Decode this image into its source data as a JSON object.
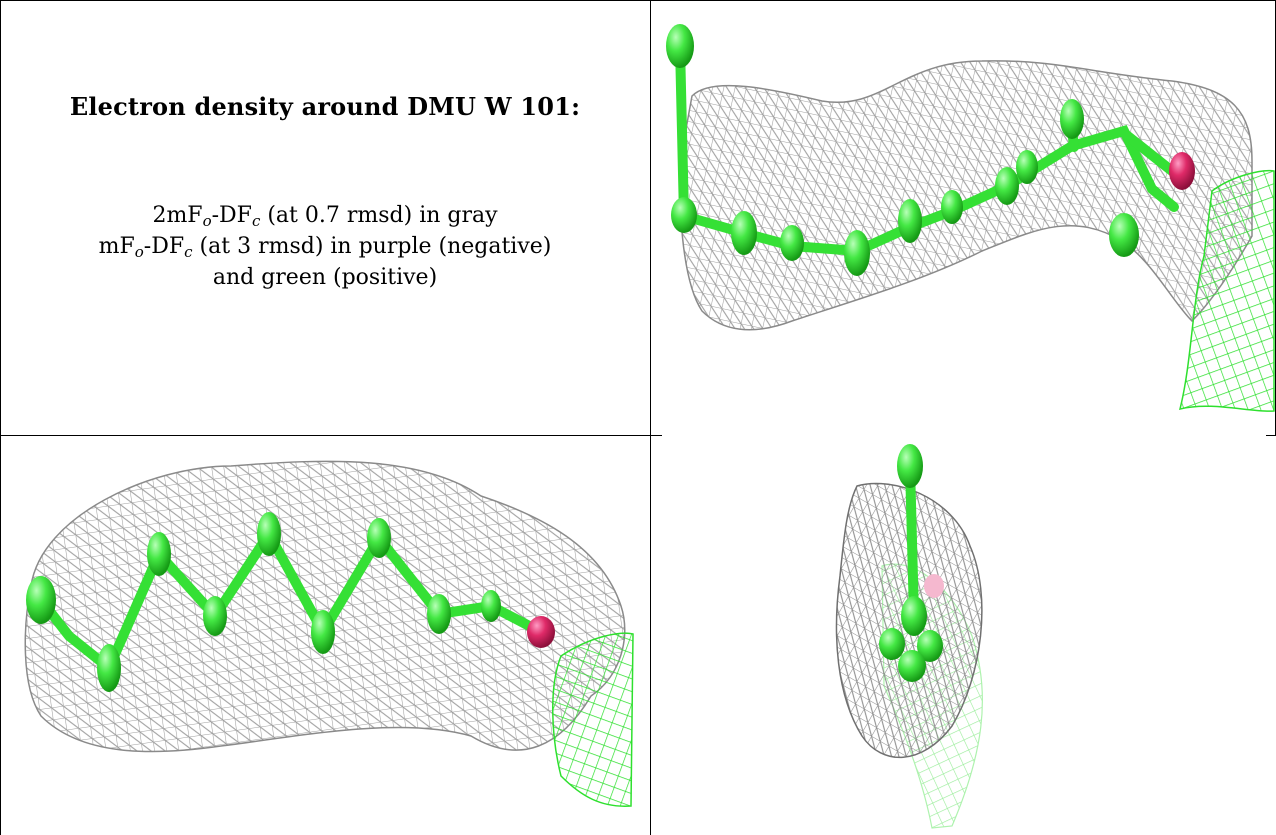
{
  "caption": {
    "title": "Electron density around DMU W 101:",
    "line1": {
      "a": "2mF",
      "s1": "o",
      "b": "-DF",
      "s2": "c",
      "c": " (at 0.7 rmsd) in gray"
    },
    "line2": {
      "a": "mF",
      "s1": "o",
      "b": "-DF",
      "s2": "c",
      "c": " (at 3 rmsd) in purple (negative)"
    },
    "line3": "and green (positive)"
  },
  "colors": {
    "density_mesh": "#a9a9a9",
    "ligand_carbon": "#33e333",
    "ligand_oxygen": "#d9205f",
    "positive_mesh": "#2ee02e",
    "border": "#000000"
  },
  "panels": [
    {
      "view": "top-right"
    },
    {
      "view": "bottom-left"
    },
    {
      "view": "bottom-right"
    }
  ]
}
